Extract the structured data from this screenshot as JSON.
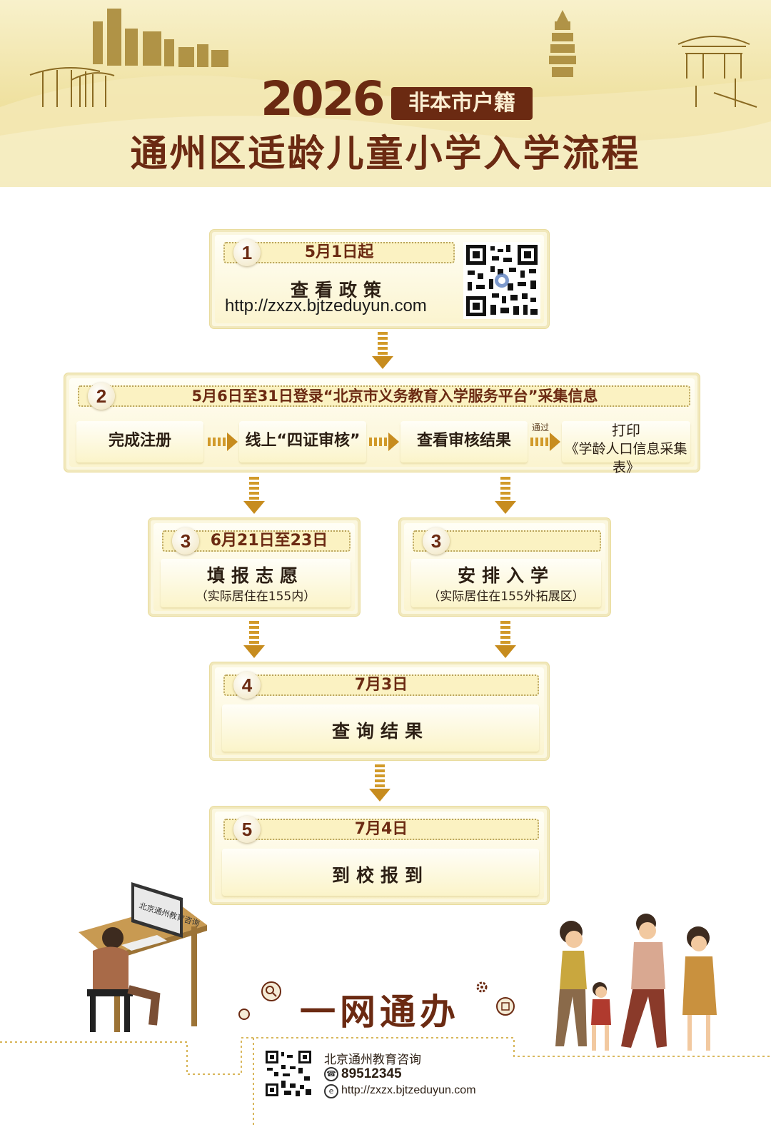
{
  "header": {
    "year": "2026",
    "tag": "非本市户籍",
    "title": "通州区适龄儿童小学入学流程"
  },
  "steps": {
    "s1": {
      "num": "1",
      "date": "5月1日起",
      "text": "查看政策",
      "url": "http://zxzx.bjtzeduyun.com"
    },
    "s2": {
      "num": "2",
      "date": "5月6日至31日登录“北京市义务教育入学服务平台”采集信息",
      "sub": [
        "完成注册",
        "线上“四证审核”",
        "查看审核结果",
        "打印",
        "《学龄人口信息采集表》"
      ],
      "pass_label": "通过"
    },
    "s3a": {
      "num": "3",
      "date": "6月21日至23日",
      "text": "填报志愿",
      "sub": "（实际居住在155内）"
    },
    "s3b": {
      "num": "3",
      "date": "",
      "text": "安排入学",
      "sub": "（实际居住在155外拓展区）"
    },
    "s4": {
      "num": "4",
      "date": "7月3日",
      "text": "查询结果"
    },
    "s5": {
      "num": "5",
      "date": "7月4日",
      "text": "到校报到"
    }
  },
  "illustration": {
    "monitor_text": "北京通州教育咨询"
  },
  "footer": {
    "slogan": "一网通办",
    "org": "北京通州教育咨询",
    "phone": "89512345",
    "url": "http://zxzx.bjtzeduyun.com"
  },
  "colors": {
    "brand": "#6b2a12",
    "arrow": "#d19a2a",
    "card_bg": "#fbf4cf",
    "header_bg": "#efe1a0"
  }
}
